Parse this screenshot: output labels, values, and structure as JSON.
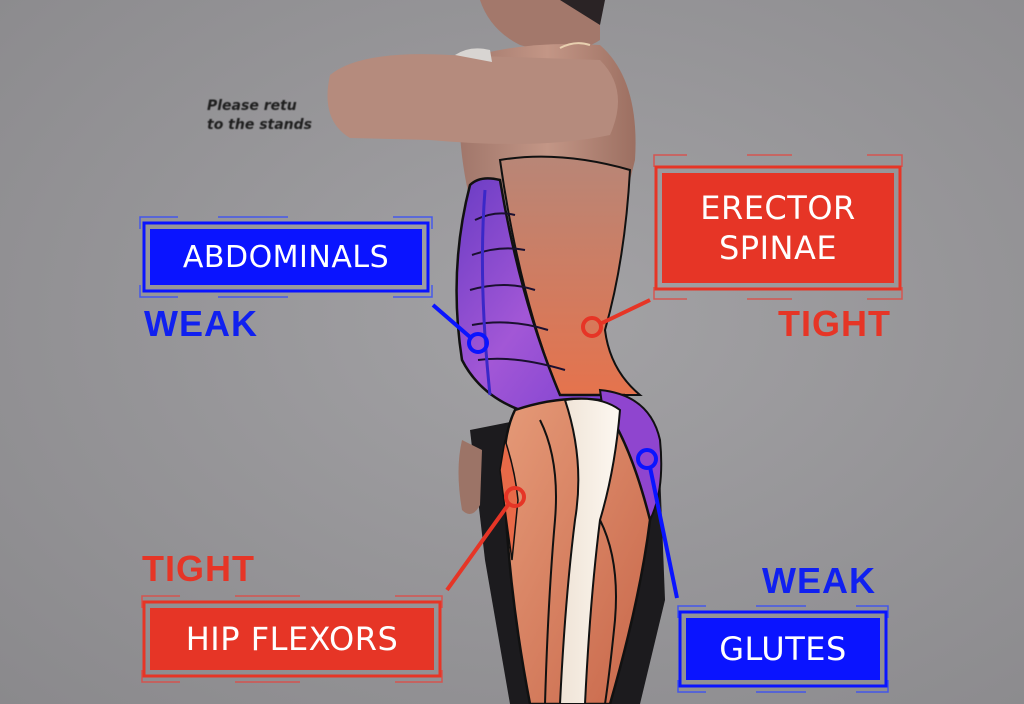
{
  "background": {
    "sign_lines": [
      "Please retu",
      "to the stands"
    ]
  },
  "colors": {
    "weak": "#0a14ff",
    "tight": "#e63526",
    "background": "#959497"
  },
  "callouts": [
    {
      "id": "abdominals",
      "label_lines": [
        "ABDOMINALS"
      ],
      "status": "WEAK",
      "color": "#0a14ff"
    },
    {
      "id": "erector-spinae",
      "label_lines": [
        "ERECTOR",
        "SPINAE"
      ],
      "status": "TIGHT",
      "color": "#e63526"
    },
    {
      "id": "hip-flexors",
      "label_lines": [
        "HIP FLEXORS"
      ],
      "status": "TIGHT",
      "color": "#e63526"
    },
    {
      "id": "glutes",
      "label_lines": [
        "GLUTES"
      ],
      "status": "WEAK",
      "color": "#0a14ff"
    }
  ]
}
